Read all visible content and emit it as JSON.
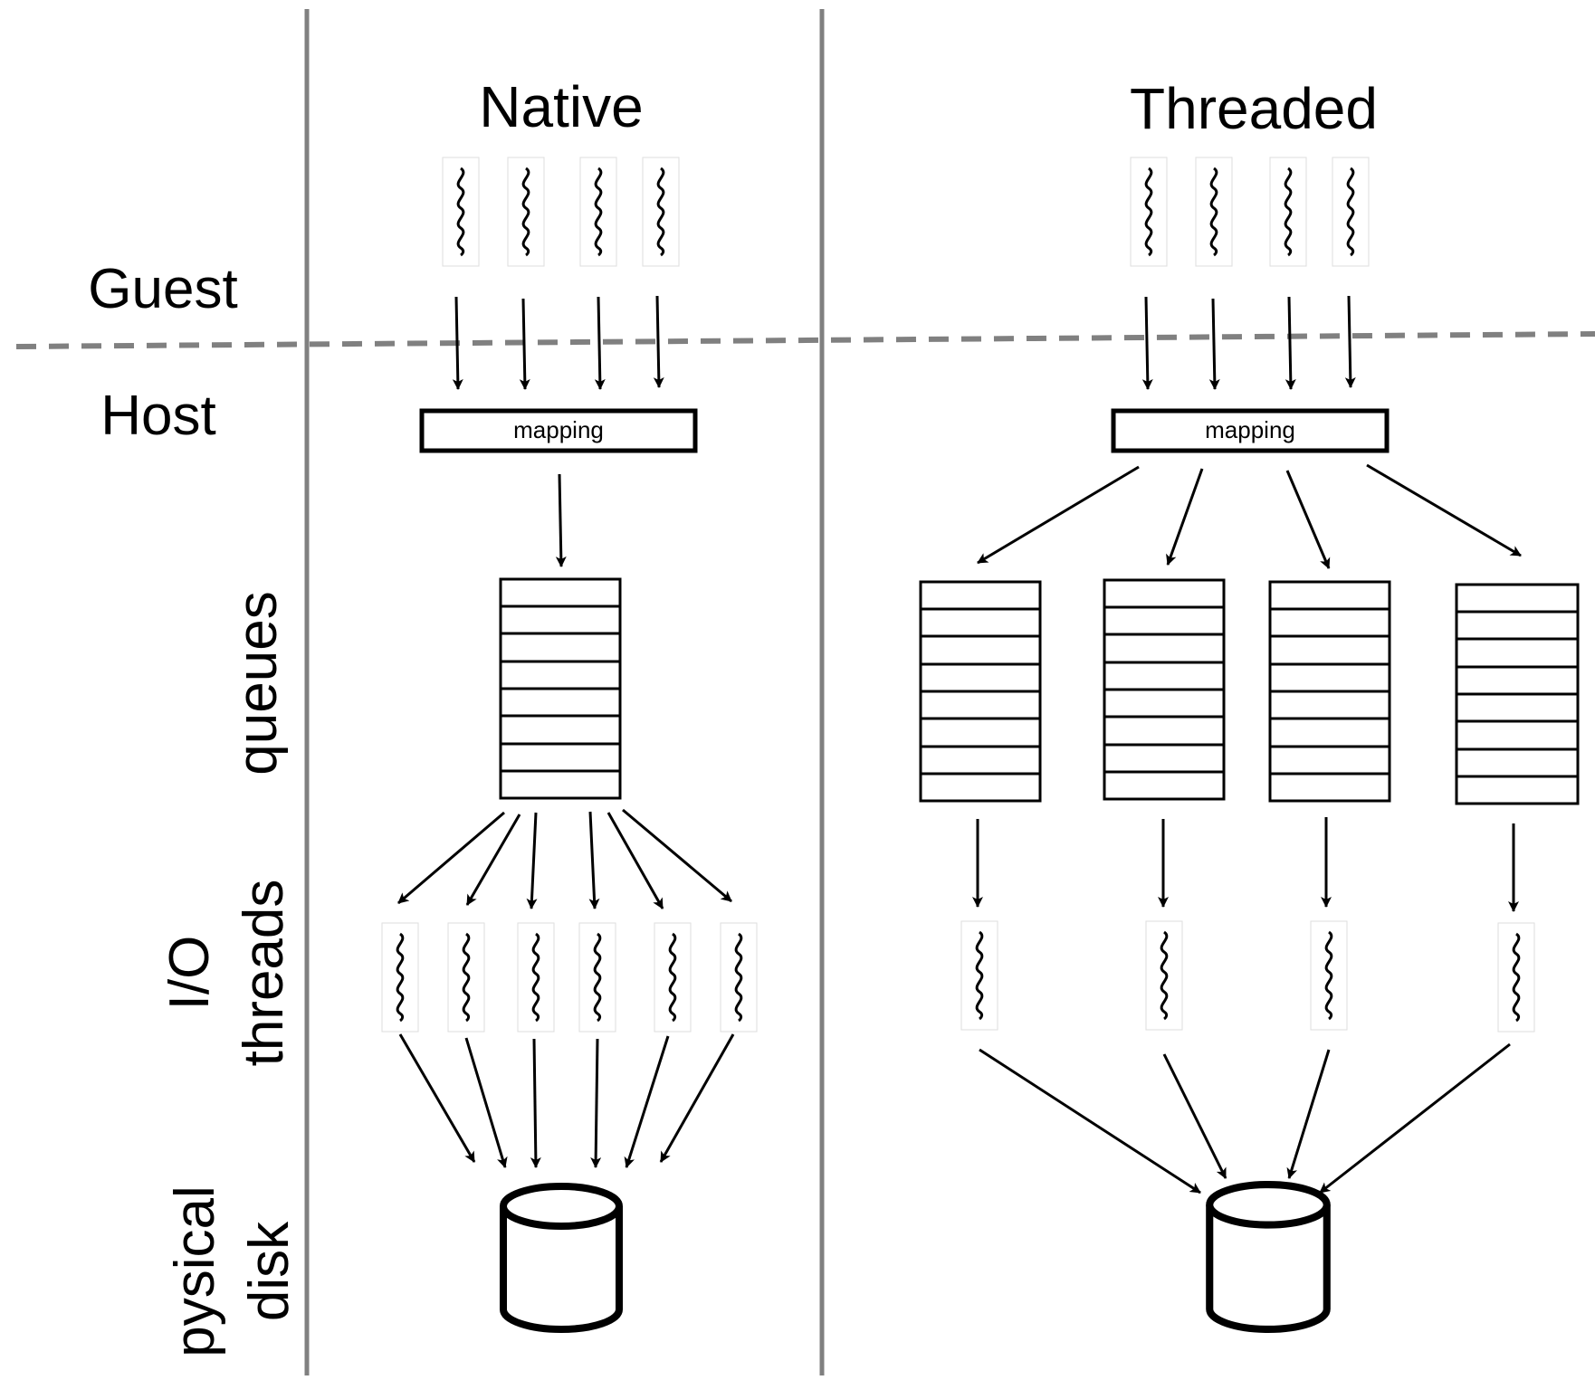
{
  "columns": {
    "native": {
      "title": "Native",
      "mapping_label": "mapping"
    },
    "threaded": {
      "title": "Threaded",
      "mapping_label": "mapping"
    }
  },
  "labels": {
    "guest": "Guest",
    "host": "Host",
    "queues": "queues",
    "io_line1": "I/O",
    "io_line2": "threads",
    "disk_line1": "pysical",
    "disk_line2": "disk"
  },
  "counts": {
    "native_guest_threads": 4,
    "native_queues": 1,
    "native_io_threads": 6,
    "threaded_guest_threads": 4,
    "threaded_queues": 4,
    "threaded_io_threads": 4
  },
  "colors": {
    "separator": "#808080",
    "ink": "#000000"
  }
}
